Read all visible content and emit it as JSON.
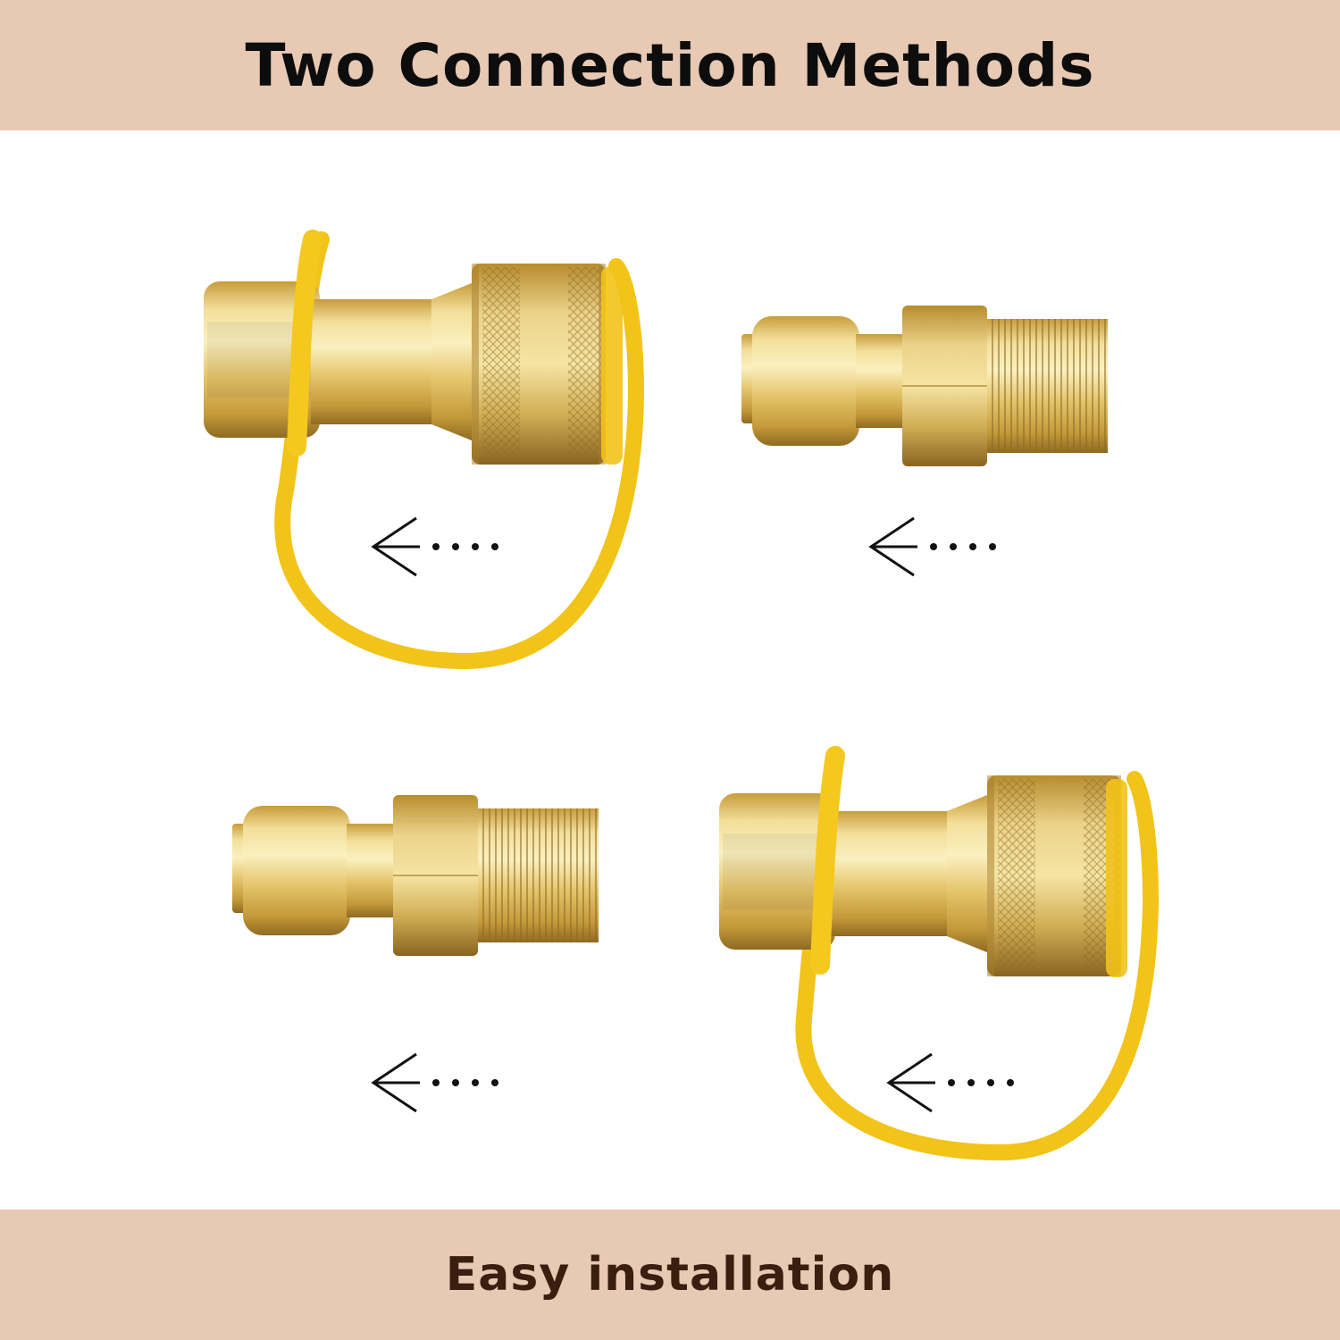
{
  "header": {
    "title": "Two Connection Methods"
  },
  "footer": {
    "caption": "Easy installation"
  },
  "colors": {
    "banner": "#e8c9b3",
    "brass_light": "#f7e7a6",
    "brass_mid": "#dcb955",
    "brass_dark": "#a9842d",
    "dust_cap": "#f2c318",
    "arrow": "#111111"
  },
  "icons": [
    "quick-connect-socket",
    "quick-connect-plug",
    "dust-cap-strap",
    "insert-direction-arrow"
  ]
}
